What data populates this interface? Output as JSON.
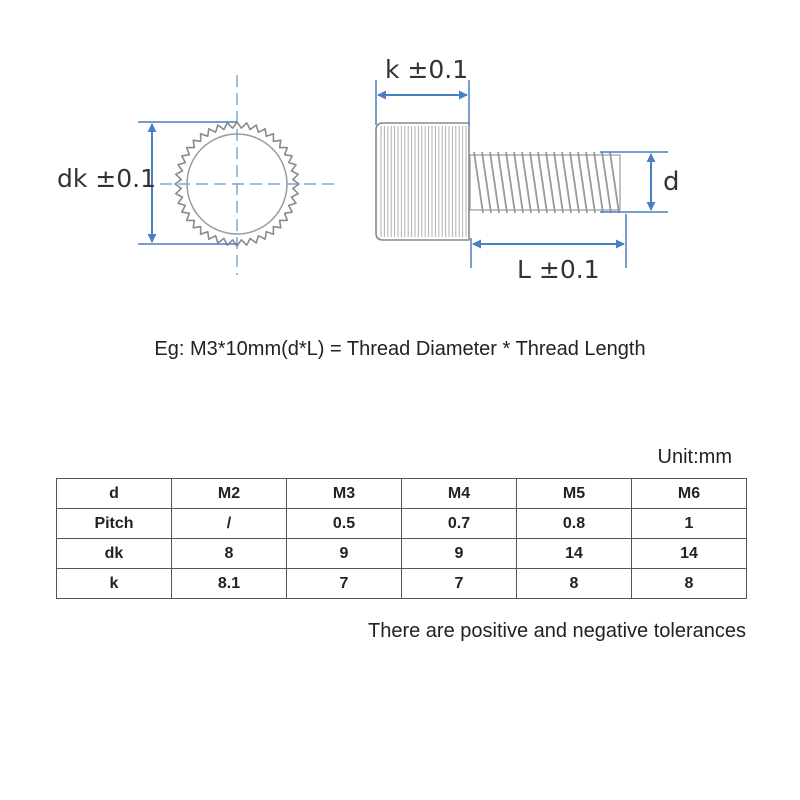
{
  "diagram": {
    "front_label": "dk ±0.1",
    "head_label": "k ±0.1",
    "thread_label": "d",
    "length_label": "L ±0.1",
    "colors": {
      "dimension": "#4a7fc1",
      "metal": "#9a9a9a",
      "centerline": "#7fa6d6"
    }
  },
  "example_text": "Eg: M3*10mm(d*L) = Thread Diameter * Thread Length",
  "unit_label": "Unit:mm",
  "table": {
    "rows": [
      [
        "d",
        "M2",
        "M3",
        "M4",
        "M5",
        "M6"
      ],
      [
        "Pitch",
        "/",
        "0.5",
        "0.7",
        "0.8",
        "1"
      ],
      [
        "dk",
        "8",
        "9",
        "9",
        "14",
        "14"
      ],
      [
        "k",
        "8.1",
        "7",
        "7",
        "8",
        "8"
      ]
    ]
  },
  "note_text": "There are positive and negative tolerances"
}
